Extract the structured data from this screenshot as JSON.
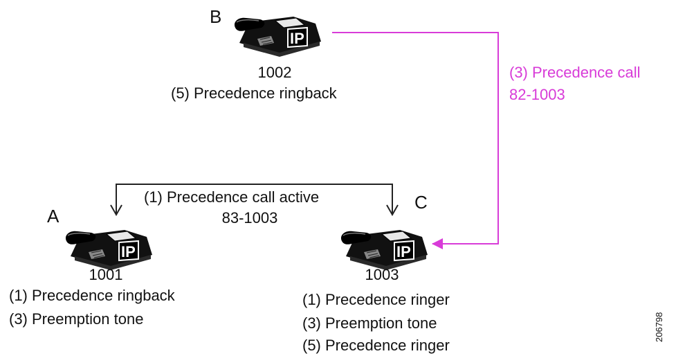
{
  "phones": {
    "a": {
      "letter": "A",
      "number": "1001",
      "notes": [
        "(1) Precedence ringback",
        "(3) Preemption tone"
      ]
    },
    "b": {
      "letter": "B",
      "number": "1002",
      "notes": [
        "(5) Precedence ringback"
      ]
    },
    "c": {
      "letter": "C",
      "number": "1003",
      "notes": [
        "(1) Precedence ringer",
        "(3) Preemption tone",
        "(5) Precedence ringer"
      ]
    },
    "badge_text": "IP"
  },
  "links": {
    "active_call": {
      "line1": "(1) Precedence call active",
      "line2": "83-1003"
    },
    "precedence_call": {
      "line1": "(3) Precedence call",
      "line2": "82-1003",
      "color": "#d83bd8"
    }
  },
  "figure_id": "206798",
  "colors": {
    "line": "#222222",
    "magenta": "#d83bd8",
    "phone_body": "#111111"
  }
}
